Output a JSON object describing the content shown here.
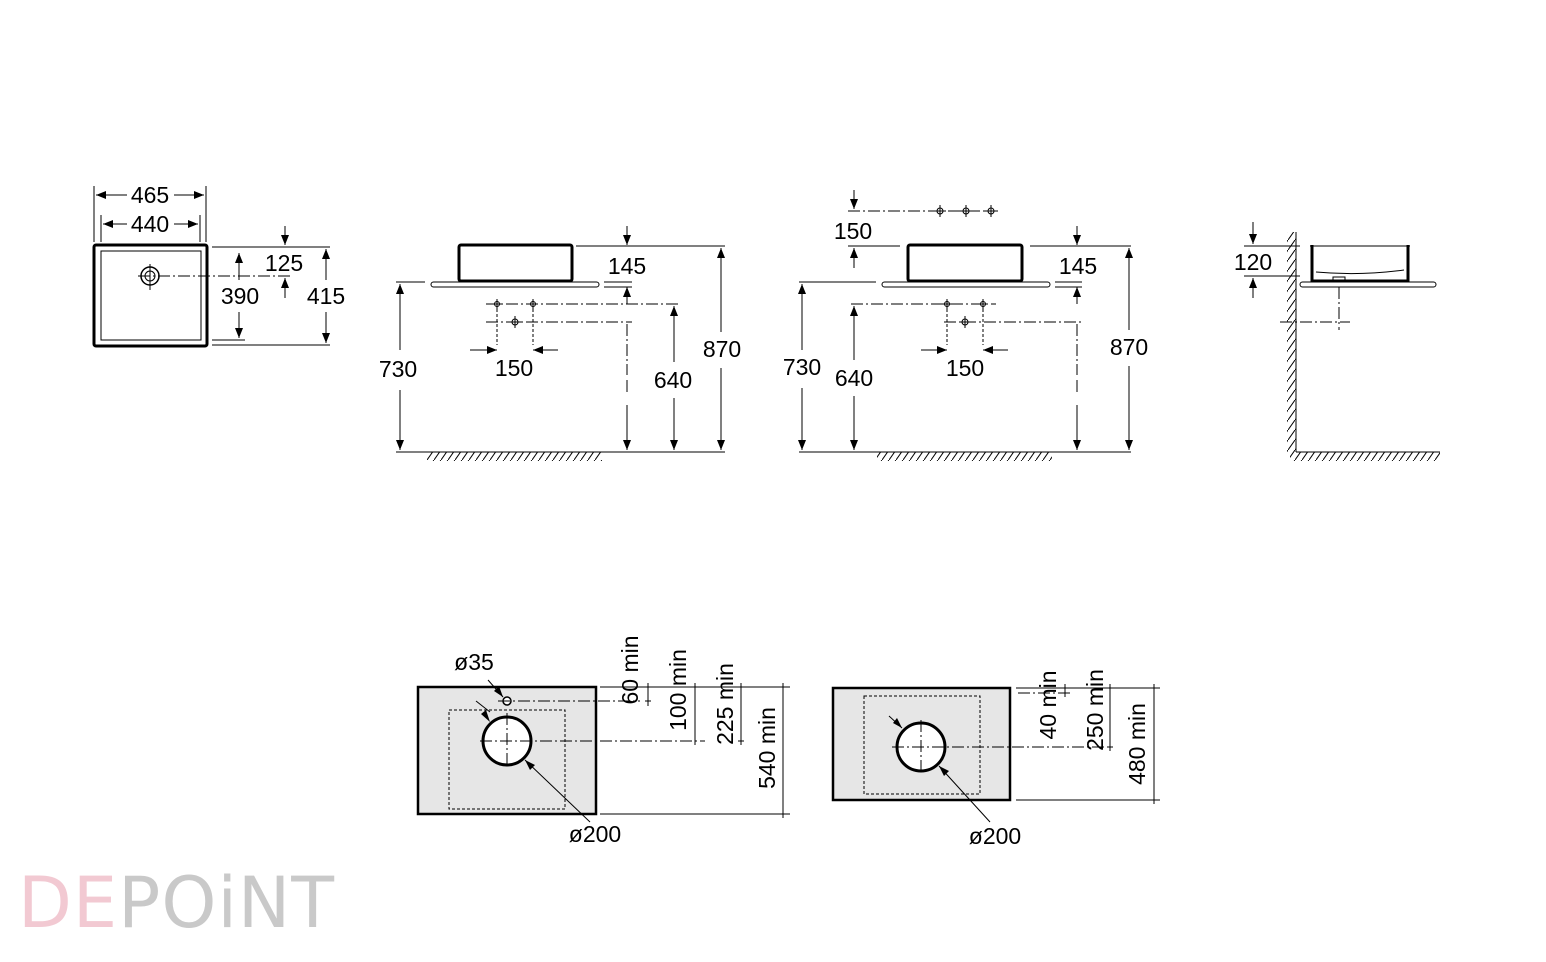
{
  "logo": {
    "part1": "DE",
    "part2": "POiNT",
    "accent_color": "#f2c9d2",
    "grey_color": "#c9c9c9"
  },
  "top_view": {
    "d_465": "465",
    "d_440": "440",
    "d_125": "125",
    "d_390": "390",
    "d_415": "415"
  },
  "front_wall": {
    "d_145": "145",
    "d_150": "150",
    "d_730": "730",
    "d_640": "640",
    "d_870": "870"
  },
  "front_deck": {
    "d_150_top": "150",
    "d_145": "145",
    "d_150": "150",
    "d_730": "730",
    "d_640": "640",
    "d_870": "870"
  },
  "side_view": {
    "d_120": "120"
  },
  "cutout_a": {
    "d35": "ø35",
    "d200": "ø200",
    "m60": "60 min",
    "m100": "100 min",
    "m225": "225 min",
    "m540": "540 min"
  },
  "cutout_b": {
    "d200": "ø200",
    "m40": "40 min",
    "m250": "250 min",
    "m480": "480 min"
  }
}
